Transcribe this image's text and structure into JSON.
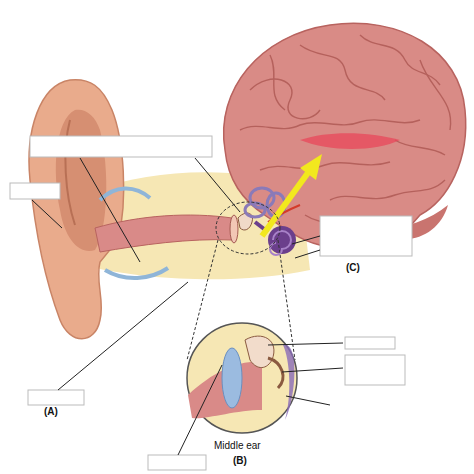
{
  "diagram": {
    "labels": [
      "(A)",
      "Middle ear",
      "(B)",
      "(C)"
    ]
  }
}
